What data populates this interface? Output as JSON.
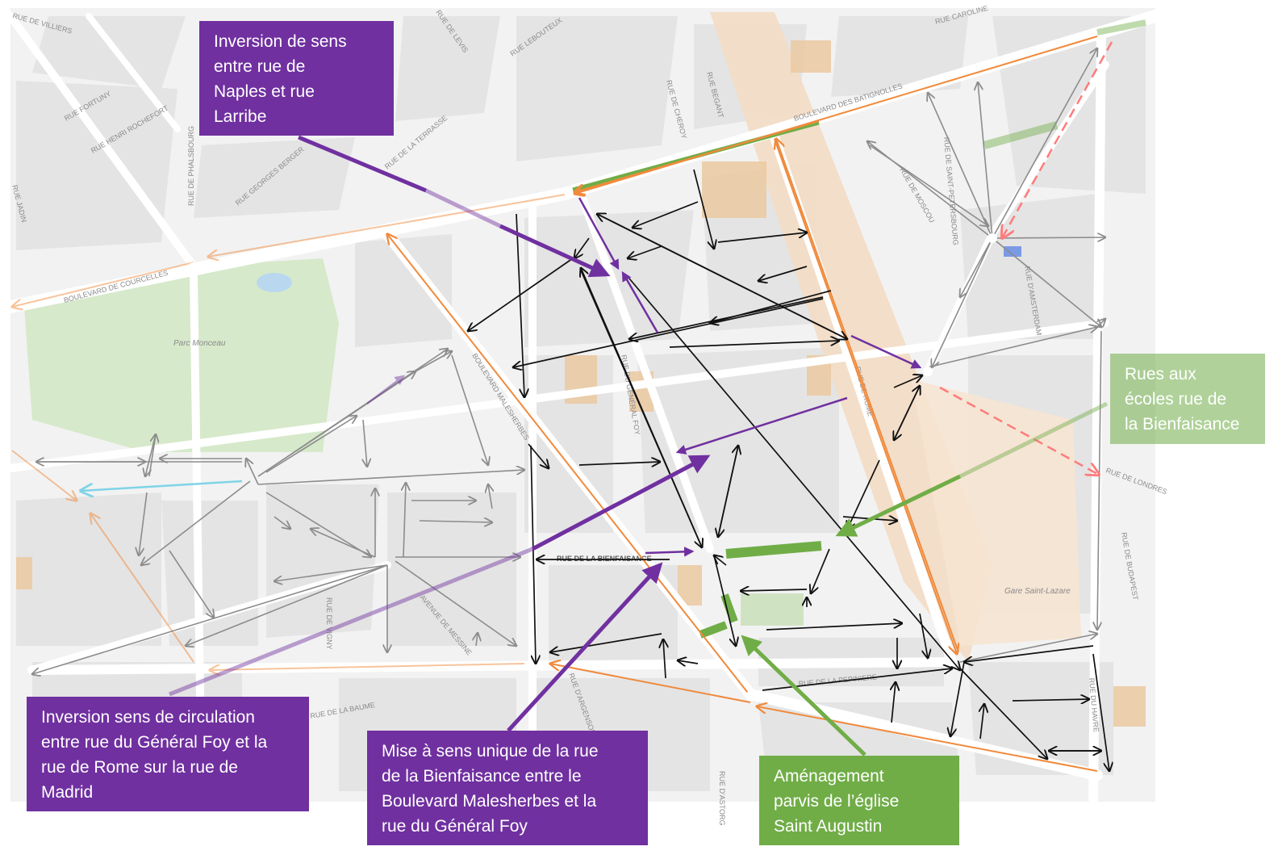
{
  "colors": {
    "purple": "#7030a0",
    "green": "#70ad47",
    "orange": "#f4a460",
    "black": "#111111",
    "grey": "#8c8c8c",
    "pink": "#ff7b7b",
    "light_blue": "#7fd4e6",
    "map_block": "#e6e6e6",
    "park": "#d4e9c7",
    "station": "#f3dcc4"
  },
  "callouts": {
    "naples_larribe": {
      "lines": [
        "Inversion de sens",
        "entre rue de",
        "Naples et rue",
        "Larribe"
      ]
    },
    "madrid": {
      "lines": [
        "Inversion sens de circulation",
        "entre rue du Général Foy et la",
        "rue de Rome sur la rue de",
        "Madrid"
      ]
    },
    "bienfaisance": {
      "lines": [
        "Mise à sens unique de la rue",
        "de la Bienfaisance entre le",
        "Boulevard Malesherbes et la",
        "rue du Général Foy"
      ]
    },
    "saint_augustin": {
      "lines": [
        "Aménagement",
        "parvis de l’église",
        "Saint Augustin"
      ]
    },
    "ecoles": {
      "lines": [
        "Rues aux",
        "écoles rue de",
        "la Bienfaisance"
      ]
    }
  },
  "street_labels": {
    "villiers": "RUE DE VILLIERS",
    "fortuny": "RUE FORTUNY",
    "rochefort": "RUE HENRI ROCHEFORT",
    "jadin": "RUE JADIN",
    "phalsbourg": "RUE DE PHALSBOURG",
    "georges_berger": "RUE GEORGES BERGER",
    "terrasse": "RUE DE LA TERRASSE",
    "levis": "RUE DE LEVIS",
    "lebouteux": "RUE LEBOUTEUX",
    "chéroy": "RUE DE CHEROY",
    "begant": "RUE BEGANT",
    "batignolles": "BOULEVARD DES BATIGNOLLES",
    "caroline": "RUE CAROLINE",
    "courcelles": "BOULEVARD DE COURCELLES",
    "parc_monceau": "Parc Monceau",
    "malesherbes": "BOULEVARD MALESHERBES",
    "general_foy": "RUE DU GÉNÉRAL FOY",
    "moscou": "RUE DE MOSCOU",
    "bienfaisance": "RUE DE LA BIENFAISANCE",
    "londres": "RUE DE LONDRES",
    "budapest": "RUE DE BUDAPEST",
    "rome": "RUE DE ROME",
    "gare": "Gare Saint-Lazare",
    "baume": "RUE DE LA BAUME",
    "argenson": "RUE D'ARGENSON",
    "pepiniere": "RUE DE LA PEPINIERE",
    "havre": "RUE DU HAVRE",
    "astorg": "RUE D'ASTORG",
    "monceau": "AVENUE DE MESSINE",
    "vigny": "RUE DE VIGNY",
    "saint_petersbourg": "RUE DE SAINT-PETERSBOURG",
    "amsterdam": "RUE D'AMSTERDAM"
  }
}
